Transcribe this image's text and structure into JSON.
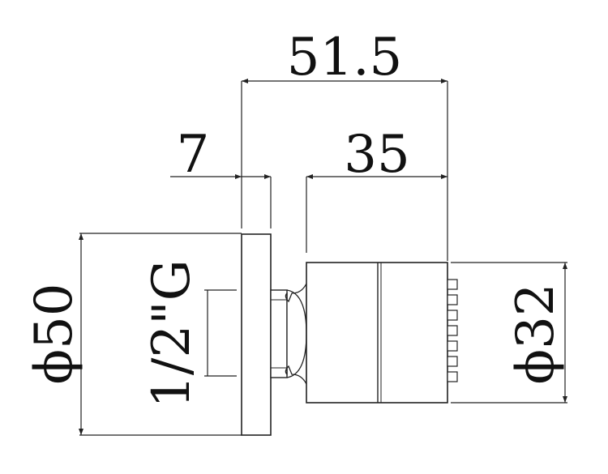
{
  "dimensions": {
    "overall_length": "51.5",
    "flange_thickness": "7",
    "head_length": "35",
    "flange_diameter": "ϕ50",
    "thread": "1/2\"G",
    "head_diameter": "ϕ32"
  },
  "colors": {
    "line": "#222222",
    "background": "#ffffff"
  }
}
